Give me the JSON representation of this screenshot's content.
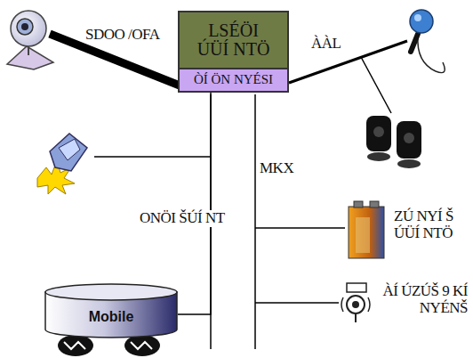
{
  "diagram": {
    "nodes": [
      {
        "text": [
          "LSÉÖI ÚÜÍ NTÖ"
        ]
      },
      {
        "text": [
          "ÒÍ ÖN NYÉSI"
        ]
      },
      {
        "text": [
          "Mobile"
        ]
      }
    ],
    "edges": [
      {
        "from": 1,
        "to": 2,
        "arrow": "none"
      }
    ],
    "labels": [
      "SDOO /OFA",
      "ÀÀL",
      "MKX",
      "ONÖI ŠÚÍ NT",
      "ZÚ NYÍ Š ÚÜÍ NTÖ",
      "ÀÍ ÚZÚŠ 9 KÍ NYÉNŠ"
    ]
  }
}
